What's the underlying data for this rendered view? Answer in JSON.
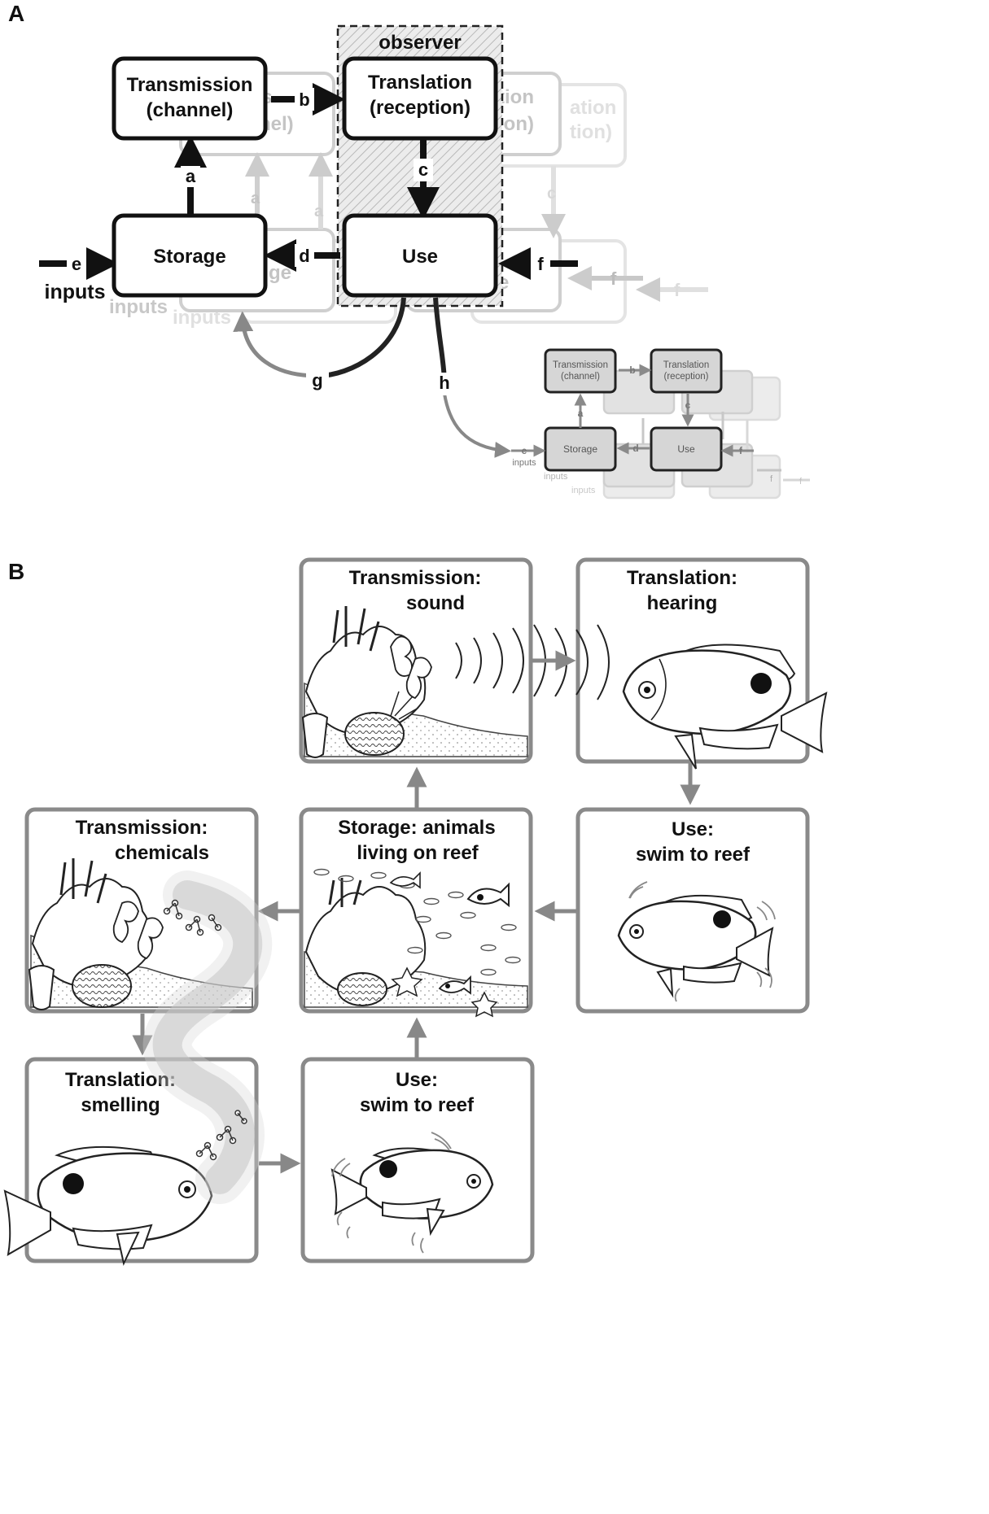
{
  "panelA": {
    "label": "A",
    "observer": "observer",
    "boxes": {
      "transmission": [
        "Transmission",
        "(channel)"
      ],
      "translation": [
        "Translation",
        "(reception)"
      ],
      "storage": "Storage",
      "use": "Use"
    },
    "ghost": {
      "transmission": [
        "ss",
        "nel)"
      ],
      "translation1": [
        "tion",
        "ion)"
      ],
      "translation2": [
        "ation",
        "tion)"
      ],
      "storage": "ge",
      "use": "e"
    },
    "arrows": {
      "a": "a",
      "b": "b",
      "c": "c",
      "d": "d",
      "e": "e",
      "f": "f",
      "g": "g",
      "h": "h"
    },
    "inputs": "inputs",
    "mini": {
      "transmission": [
        "Transmission",
        "(channel)"
      ],
      "translation": [
        "Translation",
        "(reception)"
      ],
      "storage": "Storage",
      "use": "Use",
      "inputs": "inputs"
    }
  },
  "panelB": {
    "label": "B",
    "panels": {
      "transmission_sound": [
        "Transmission:",
        "sound"
      ],
      "translation_hearing": [
        "Translation:",
        "hearing"
      ],
      "transmission_chemicals": [
        "Transmission:",
        "chemicals"
      ],
      "storage": [
        "Storage: animals",
        "living on reef"
      ],
      "use_right": [
        "Use:",
        "swim to reef"
      ],
      "translation_smelling": [
        "Translation:",
        "smelling"
      ],
      "use_bottom": [
        "Use:",
        "swim to reef"
      ]
    }
  }
}
